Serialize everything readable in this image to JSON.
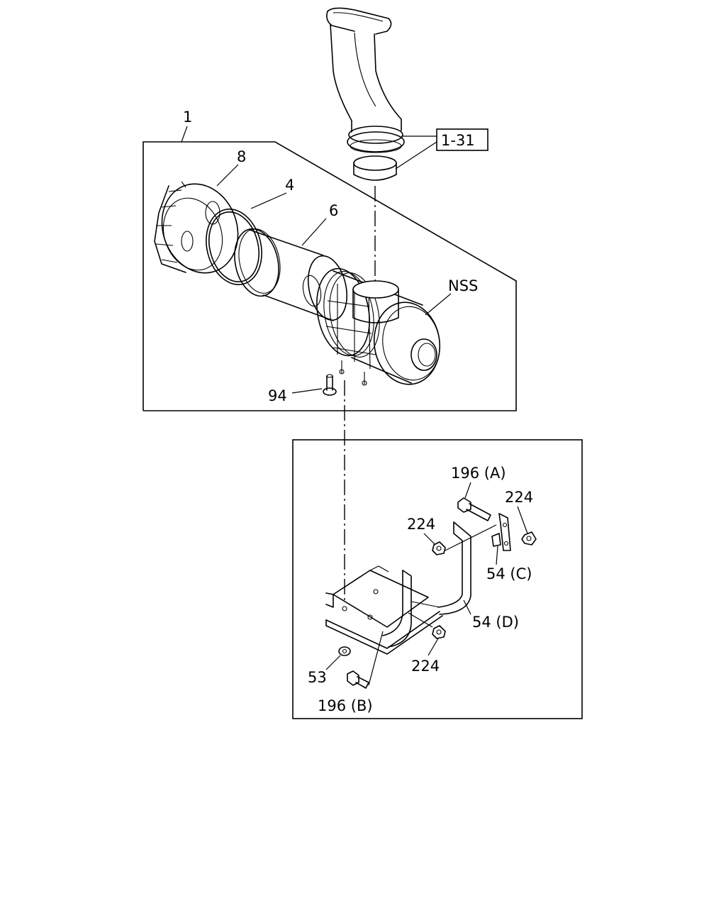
{
  "labels": {
    "assembly": "1",
    "inlet_ref": "1-31",
    "cap": "8",
    "seal_ring": "4",
    "element": "6",
    "housing": "NSS",
    "drain": "94",
    "bolt_a": "196 (A)",
    "nut_top_right": "224",
    "nut_top_left": "224",
    "bracket_c": "54 (C)",
    "bracket_d": "54 (D)",
    "nut_bottom": "224",
    "washer": "53",
    "bolt_b": "196 (B)"
  }
}
